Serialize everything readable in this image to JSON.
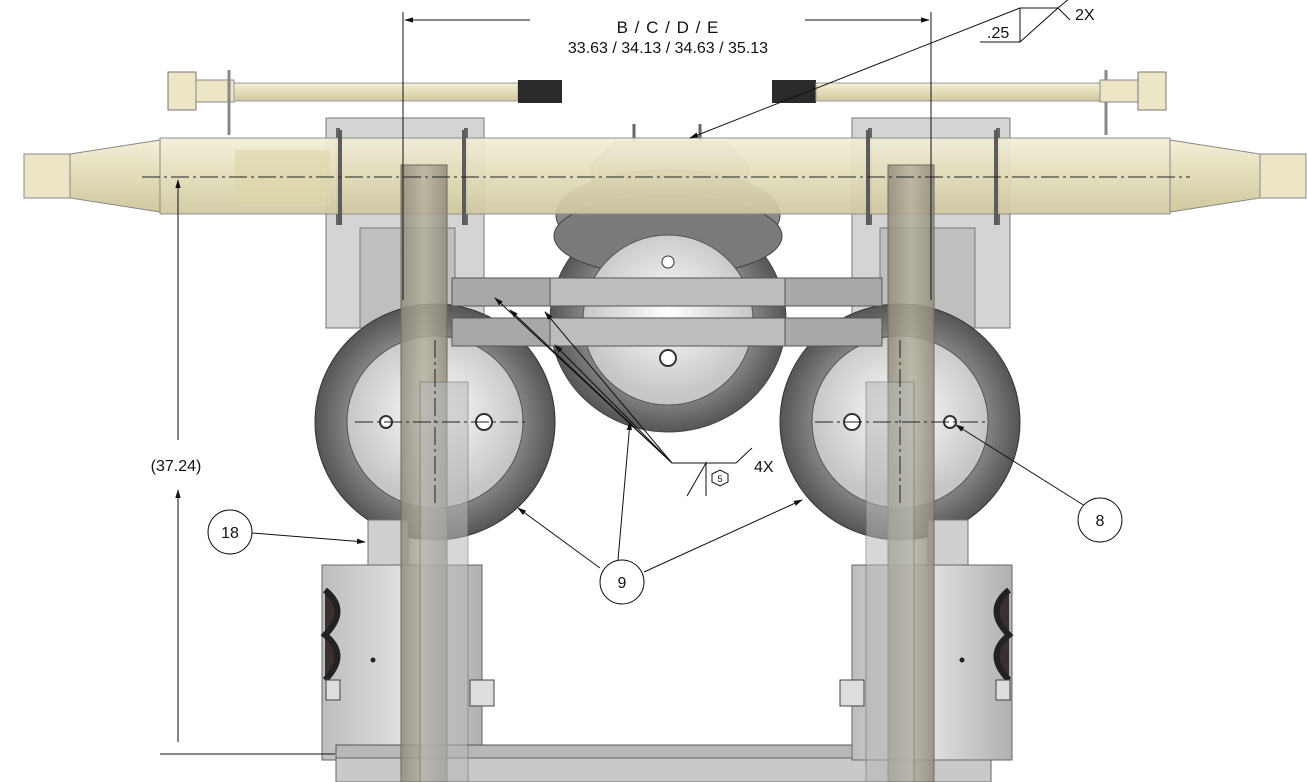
{
  "dimensions": {
    "width_header": "B / C / D / E",
    "width_values": "33.63 / 34.13 / 34.63 / 35.13",
    "height_value": "(37.24)"
  },
  "welds": {
    "top_size": ".25",
    "top_qty": "2X",
    "bottom_symbol": "5",
    "bottom_qty": "4X"
  },
  "balloons": {
    "b18": "18",
    "b9": "9",
    "b8": "8"
  },
  "colors": {
    "axle": "#e8e2c0",
    "frame": "#c9c9c9",
    "tire": "#7d7d7d",
    "post": "#a39f8f"
  }
}
